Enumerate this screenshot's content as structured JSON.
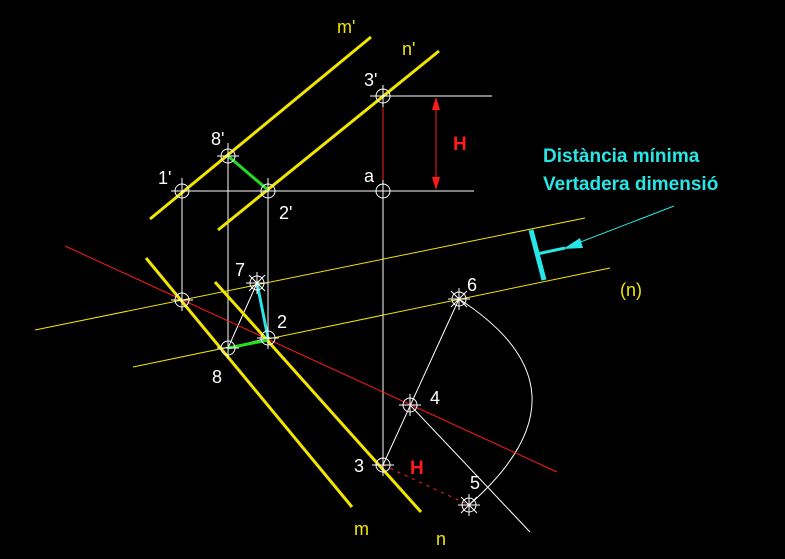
{
  "colors": {
    "background": "#000000",
    "white": "#ffffff",
    "yellow": "#f2e600",
    "red": "#ff1a1a",
    "green": "#22dd22",
    "cyan": "#29e6e6"
  },
  "labels": {
    "m_prime": "m'",
    "n_prime": "n'",
    "p3_prime": "3'",
    "p8_prime": "8'",
    "p1_prime": "1'",
    "p2_prime": "2'",
    "a": "a",
    "H_top": "H",
    "p7": "7",
    "p2": "2",
    "p8": "8",
    "p6": "6",
    "p4": "4",
    "p3": "3",
    "H_bottom": "H",
    "p5": "5",
    "m": "m",
    "n": "n",
    "n_paren": "(n)",
    "annotation_line1": "Distància  mínima",
    "annotation_line2": "Vertadera dimensió"
  },
  "icons": {
    "point_marker": "circle-crosshair-icon",
    "arrow": "arrow-head-icon"
  }
}
